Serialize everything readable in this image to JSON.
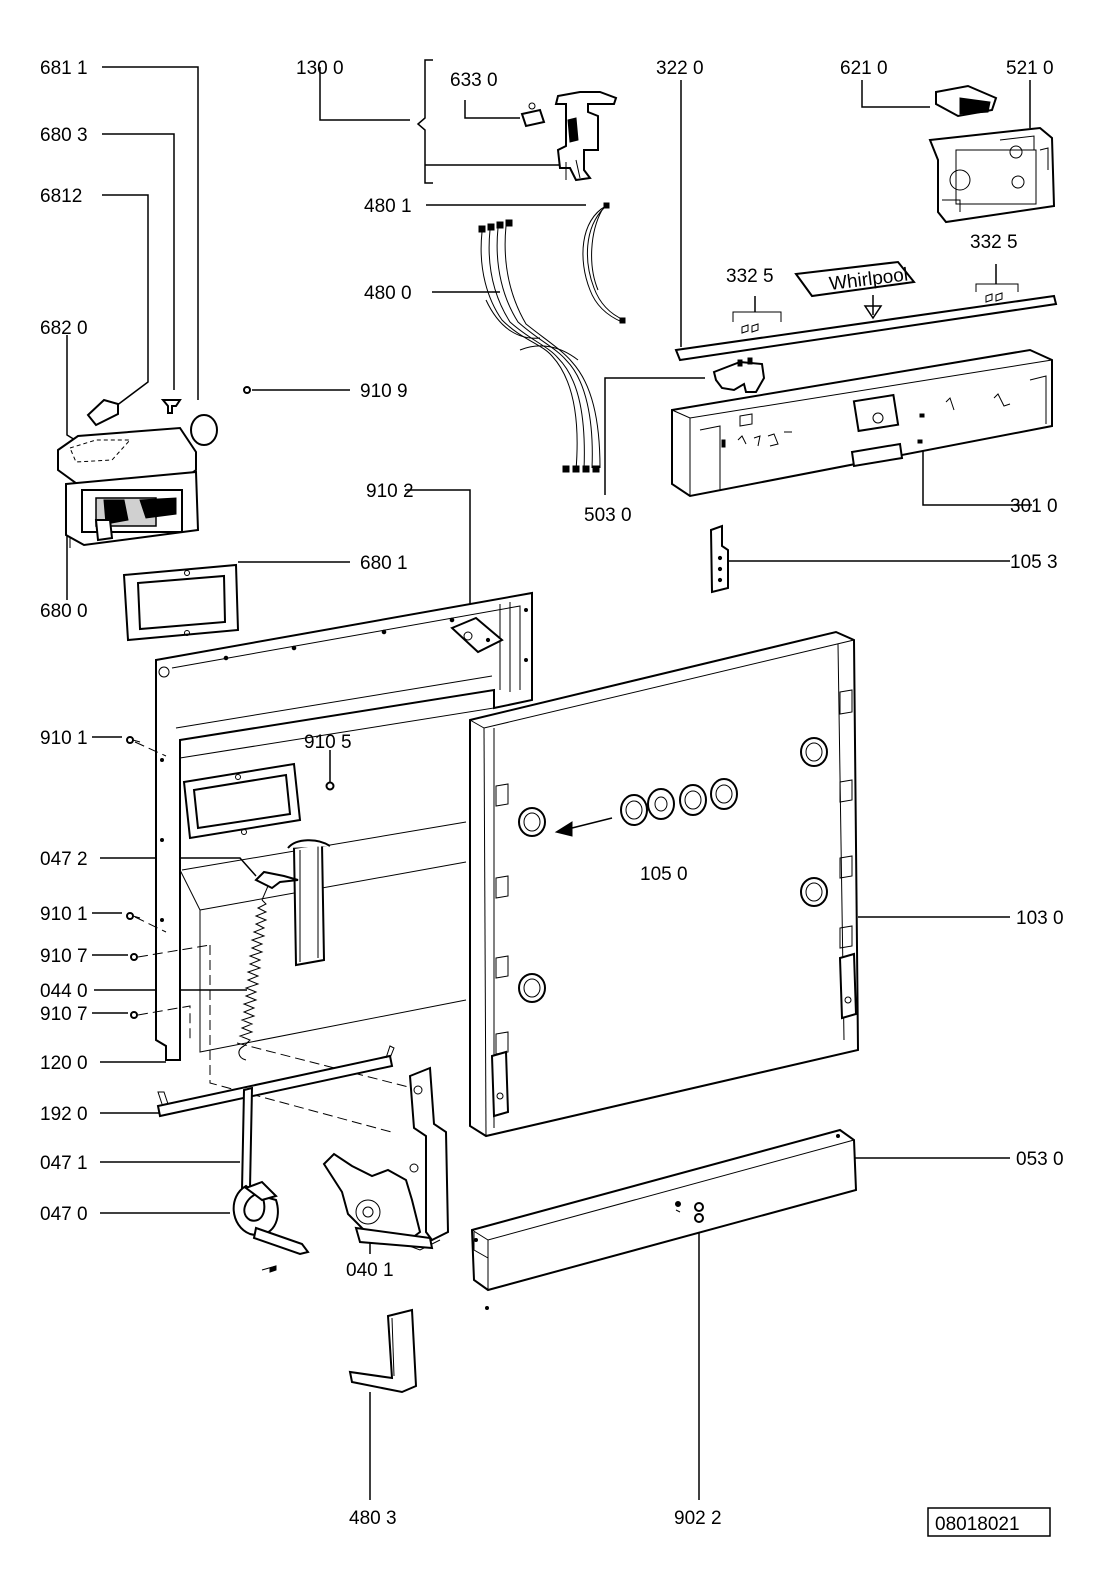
{
  "labels": {
    "l6811": "681 1",
    "l6803": "680 3",
    "l6812": "6812",
    "l6820": "682 0",
    "l9109": "910 9",
    "l6800": "680 0",
    "l6801": "680 1",
    "l1300": "130 0",
    "l6330": "633 0",
    "l4801": "480 1",
    "l4800": "480 0",
    "l3220": "322  0",
    "l6210": "621 0",
    "l5210": "521 0",
    "l3325a": "332  5",
    "l3325b": "332  5",
    "l5030": "503 0",
    "l3010": "301 0",
    "l1053": "105 3",
    "l9102": "910 2",
    "l9105": "910 5",
    "l9101a": "910 1",
    "l0472": "047 2",
    "l9101b": "910 1",
    "l9107a": "910 7",
    "l0440": "044 0",
    "l9107b": "910 7",
    "l1200": "120 0",
    "l1920": "192 0",
    "l0471": "047 1",
    "l0470": "047 0",
    "l0401": "040 1",
    "l4803": "480 3",
    "l1050": "105 0",
    "l1030": "103 0",
    "l0530": "053 0",
    "l9022": "902 2"
  },
  "brand_text": "Whirlpool",
  "drawing_number": "08018021"
}
